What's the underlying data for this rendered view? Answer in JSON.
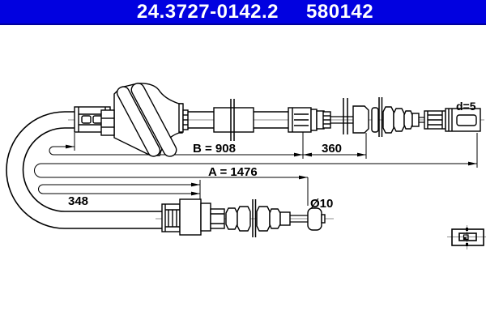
{
  "header": {
    "part_number": "24.3727-0142.2",
    "catalog_number": "580142",
    "background": "#0101e0",
    "text_color": "#ffffff"
  },
  "labels": {
    "dim_b": "B = 908",
    "dim_360": "360",
    "dim_a": "A = 1476",
    "dim_348": "348",
    "dia_bottom": "Ø10",
    "dia_top": "d=5"
  },
  "colors": {
    "line": "#000000",
    "centerline": "#8f8f8f",
    "background": "#ffffff"
  }
}
